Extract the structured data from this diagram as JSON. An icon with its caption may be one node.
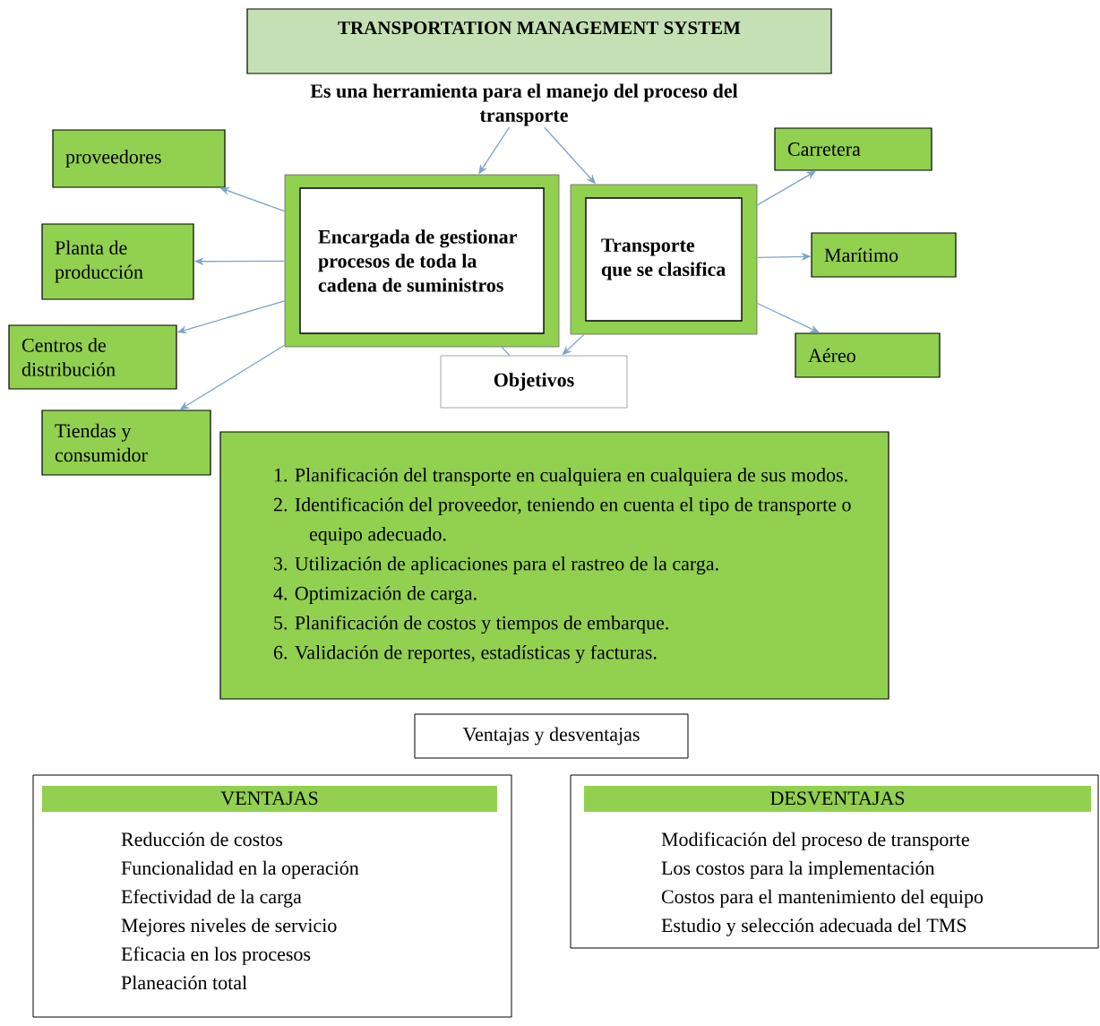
{
  "diagram": {
    "nodes": [
      {
        "text": [
          "TRANSPORTATION MANAGEMENT SYSTEM"
        ]
      },
      {
        "text": [
          "Es una herramienta para el manejo del proceso del transporte"
        ]
      },
      {
        "text": [
          "Encargada de gestionar procesos de toda la cadena de suministros"
        ]
      },
      {
        "text": [
          "Transporte que se clasifica"
        ]
      },
      {
        "text": [
          "Objetivos"
        ]
      },
      {
        "text": [
          "proveedores"
        ]
      },
      {
        "text": [
          "Planta de producción"
        ]
      },
      {
        "text": [
          "Centros de distribución"
        ]
      },
      {
        "text": [
          "Tiendas y consumidor"
        ]
      },
      {
        "text": [
          "Carretera"
        ]
      },
      {
        "text": [
          "Marítimo"
        ]
      },
      {
        "text": [
          "Aéreo"
        ]
      },
      {
        "text": [
          "1. Planificación del transporte en cualquiera en cualquiera de sus modos.",
          "2. Identificación del proveedor, teniendo en cuenta el tipo de transporte o equipo adecuado.",
          "3. Utilización de aplicaciones para el rastreo de la carga.",
          "4. Optimización de carga.",
          "5. Planificación de costos y tiempos de embarque.",
          "6. Validación de reportes, estadísticas y facturas."
        ]
      },
      {
        "text": [
          "Ventajas y desventajas"
        ]
      },
      {
        "text": [
          "VENTAJAS",
          "Reducción de costos",
          "Funcionalidad en la operación",
          "Efectividad de la carga",
          "Mejores niveles de servicio",
          "Eficacia en los procesos",
          "Planeación total"
        ]
      },
      {
        "text": [
          "DESVENTAJAS",
          "Modificación del proceso de transporte",
          "Los costos para la implementación",
          "Costos para el mantenimiento del equipo",
          "Estudio y selección adecuada del TMS"
        ]
      }
    ],
    "edges": [
      {
        "from": 1,
        "to": 2,
        "arrow": "to"
      },
      {
        "from": 1,
        "to": 3,
        "arrow": "to"
      },
      {
        "from": 2,
        "to": 5,
        "arrow": "to"
      },
      {
        "from": 2,
        "to": 6,
        "arrow": "to"
      },
      {
        "from": 2,
        "to": 7,
        "arrow": "to"
      },
      {
        "from": 2,
        "to": 8,
        "arrow": "to"
      },
      {
        "from": 2,
        "to": 4,
        "arrow": "none"
      },
      {
        "from": 3,
        "to": 4,
        "arrow": "to"
      },
      {
        "from": 3,
        "to": 9,
        "arrow": "to"
      },
      {
        "from": 3,
        "to": 10,
        "arrow": "to"
      },
      {
        "from": 3,
        "to": 11,
        "arrow": "to"
      }
    ]
  }
}
